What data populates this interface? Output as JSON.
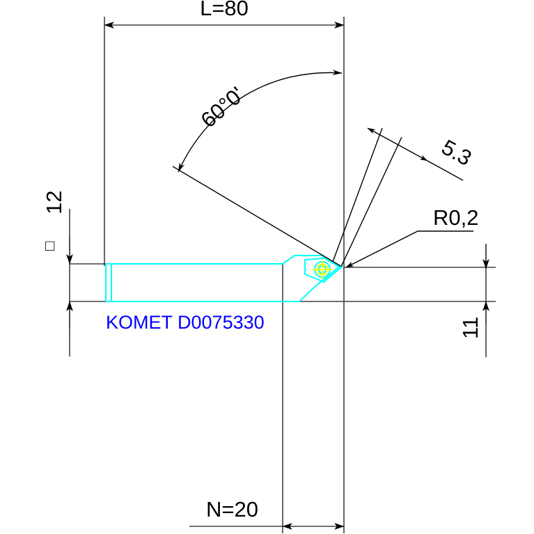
{
  "drawing": {
    "type": "technical-drawing",
    "title": "KOMET boring tool dimensioned drawing",
    "background_color": "#fffffd",
    "line_color": "#404040",
    "annotation_color": "#000000",
    "part_color": "#00ffff",
    "label_color": "#0000ff",
    "marker_color": "#ffff00"
  },
  "part_label": {
    "text": "KOMET D0075330"
  },
  "dimensions": {
    "overall_length": {
      "label": "L=80",
      "value": 80,
      "unit": "mm",
      "orientation": "horizontal",
      "position": "top"
    },
    "shank_size": {
      "label": "12",
      "value": 12,
      "unit": "mm",
      "symbol": "□",
      "orientation": "vertical",
      "position": "left"
    },
    "point_angle": {
      "label": "60°0'",
      "value": 60,
      "unit": "deg",
      "position": "upper-center"
    },
    "insert_dim": {
      "label": "5.3",
      "value": 5.3,
      "unit": "mm",
      "position": "upper-right"
    },
    "corner_radius": {
      "label": "R0,2",
      "value": 0.2,
      "unit": "mm",
      "position": "right"
    },
    "height_dim": {
      "label": "11",
      "value": 11,
      "unit": "mm",
      "orientation": "vertical",
      "position": "right"
    },
    "neck_dim": {
      "label": "N=20",
      "value": 20,
      "unit": "mm",
      "orientation": "horizontal",
      "position": "bottom"
    }
  }
}
